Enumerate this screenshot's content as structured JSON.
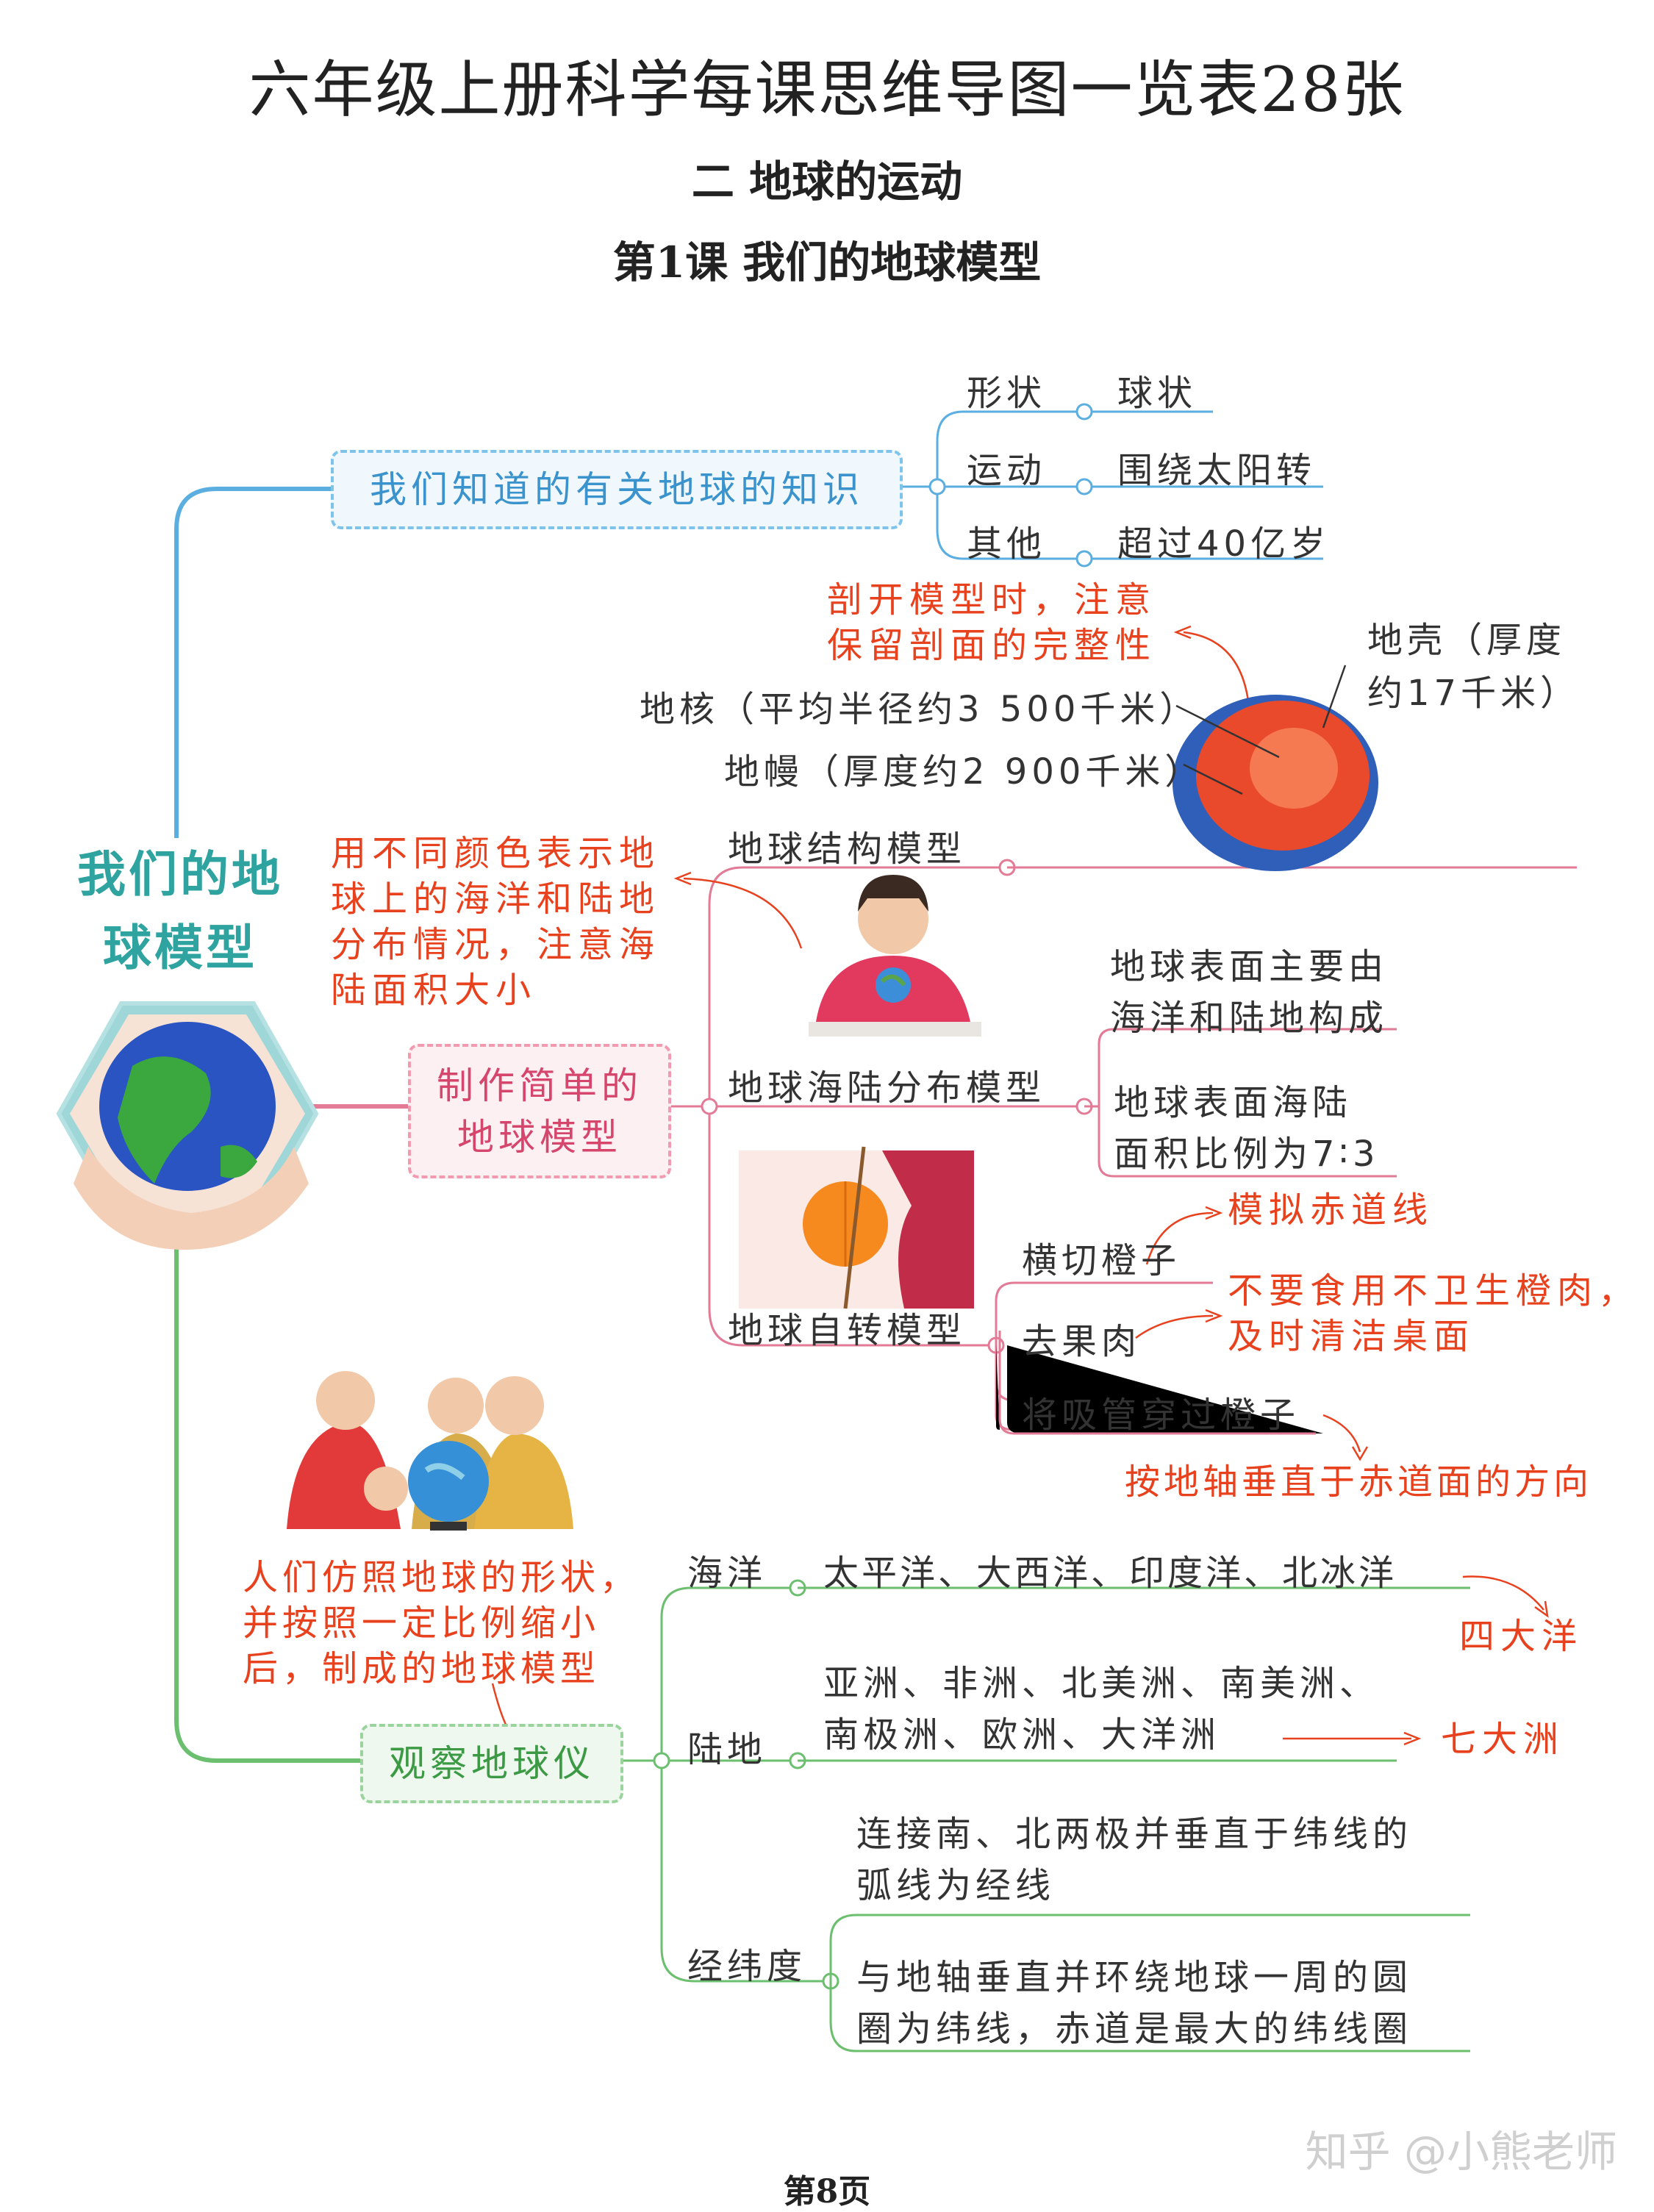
{
  "header": {
    "main_title": "六年级上册科学每课思维导图一览表28张",
    "unit_title": "二  地球的运动",
    "lesson_title": "第1课  我们的地球模型"
  },
  "central": {
    "title": "我们的地\n球模型"
  },
  "branch_knowledge": {
    "label": "我们知道的有关地球的知识",
    "items": [
      {
        "key": "形状",
        "value": "球状"
      },
      {
        "key": "运动",
        "value": "围绕太阳转"
      },
      {
        "key": "其他",
        "value": "超过40亿岁"
      }
    ]
  },
  "structure_model": {
    "note": "剖开模型时，注意\n保留剖面的完整性",
    "crust": "地壳（厚度\n约17千米）",
    "core": "地核（平均半径约3 500千米）",
    "mantle": "地幔（厚度约2 900千米）",
    "label": "地球结构模型"
  },
  "branch_make": {
    "label": "制作简单的\n地球模型",
    "ocean_land_note": "用不同颜色表示地\n球上的海洋和陆地\n分布情况，注意海\n陆面积大小",
    "ocean_land_label": "地球海陆分布模型",
    "ocean_land_facts": [
      "地球表面主要由\n海洋和陆地构成",
      "地球表面海陆\n面积比例为7∶3"
    ],
    "rotation_label": "地球自转模型",
    "rotation_steps": [
      "横切橙子",
      "去果肉",
      "将吸管穿过橙子"
    ],
    "rotation_notes": [
      "模拟赤道线",
      "不要食用不卫生橙肉，\n及时清洁桌面",
      "按地轴垂直于赤道面的方向"
    ]
  },
  "branch_globe": {
    "label": "观察地球仪",
    "note": "人们仿照地球的形状，\n并按照一定比例缩小\n后，制成的地球模型",
    "ocean_key": "海洋",
    "ocean_value": "太平洋、大西洋、印度洋、北冰洋",
    "ocean_note": "四大洋",
    "land_key": "陆地",
    "land_value": "亚洲、非洲、北美洲、南美洲、\n南极洲、欧洲、大洋洲",
    "land_note": "七大洲",
    "latlong_key": "经纬度",
    "longitude_def": "连接南、北两极并垂直于纬线的\n弧线为经线",
    "latitude_def": "与地轴垂直并环绕地球一周的圆\n圈为纬线，赤道是最大的纬线圈"
  },
  "footer": {
    "watermark": "知乎 @小熊老师",
    "page": "第8页"
  },
  "colors": {
    "blue": "#5aaee0",
    "pink": "#e37a96",
    "green": "#6bbf6e",
    "red": "#e8411e"
  }
}
